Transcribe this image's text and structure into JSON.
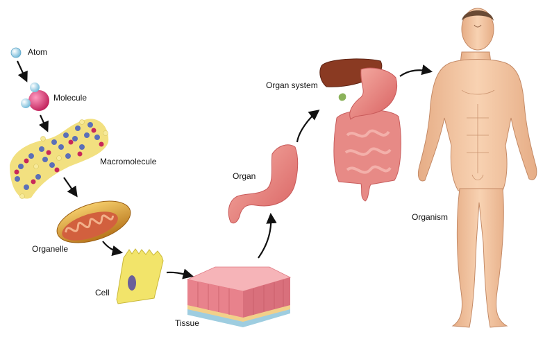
{
  "labels": {
    "atom": "Atom",
    "molecule": "Molecule",
    "macromolecule": "Macromolecule",
    "organelle": "Organelle",
    "cell": "Cell",
    "tissue": "Tissue",
    "organ": "Organ",
    "organ_system": "Organ system",
    "organism": "Organism"
  },
  "colors": {
    "atom_blue": "#a9d8ec",
    "molecule_pink": "#d8306a",
    "macro_yellow": "#f2e080",
    "macro_blue": "#5b6fb8",
    "macro_red": "#c8285a",
    "organelle_gold": "#e0a23a",
    "cell_yellow": "#f2e46a",
    "nucleus": "#6a5f9a",
    "tissue_pink": "#f08a94",
    "stomach": "#ec8a86",
    "liver": "#8a3a22",
    "intestine": "#e47a78",
    "skin": "#f3c6a2",
    "arrow": "#111111"
  }
}
